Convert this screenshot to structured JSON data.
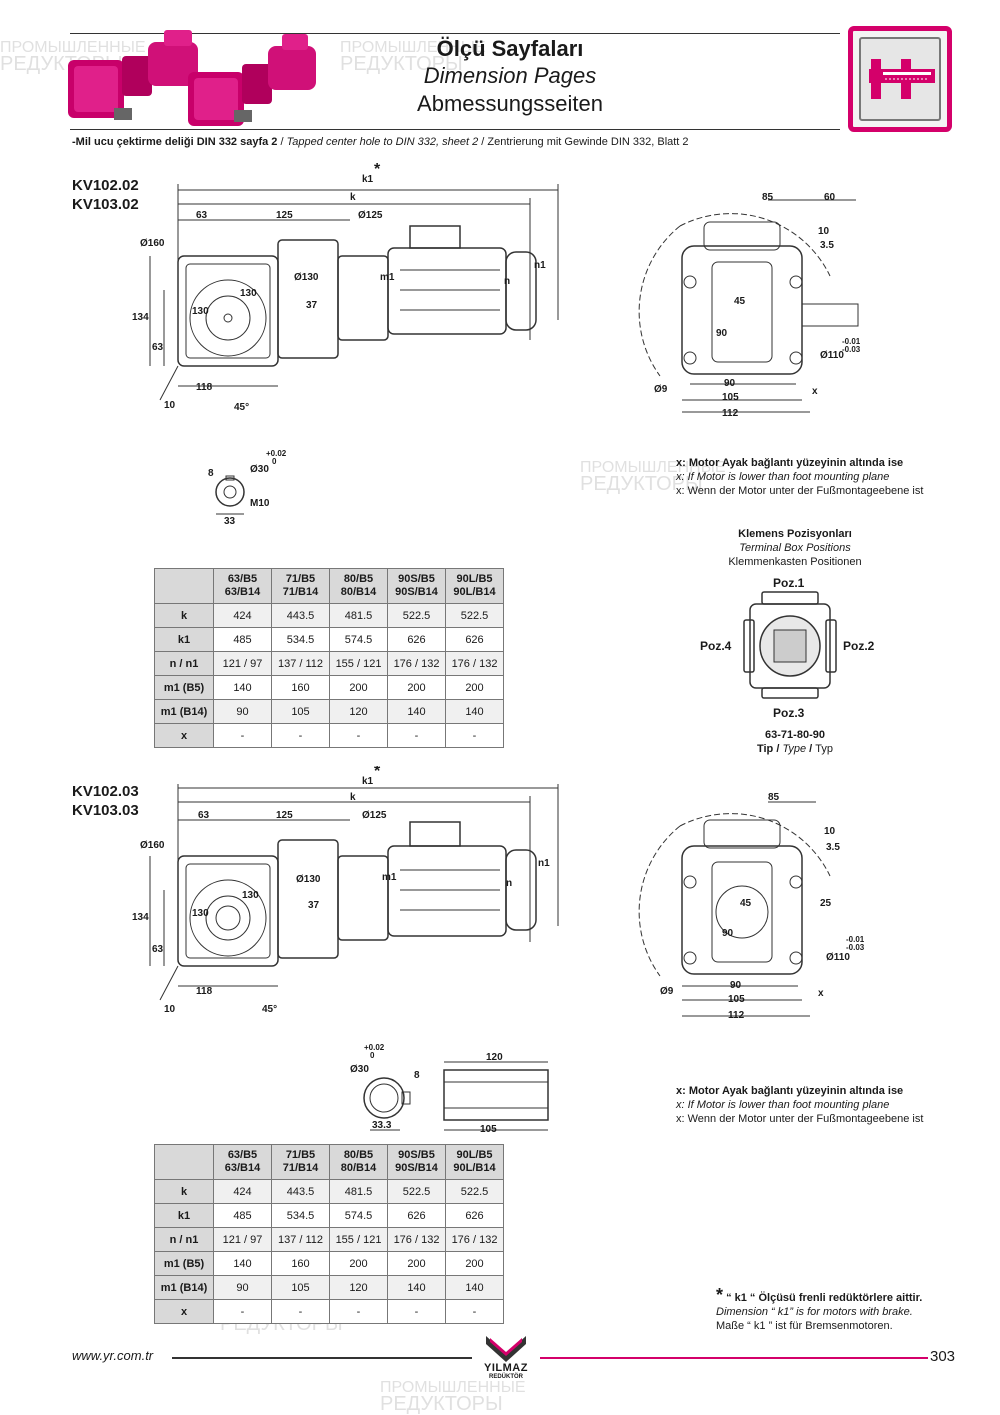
{
  "header": {
    "title_tr": "Ölçü Sayfaları",
    "title_en": "Dimension Pages",
    "title_de": "Abmessungsseiten",
    "icon": "caliper-icon"
  },
  "subtitle": {
    "tr": "-Mil ucu çektirme deliği DIN 332 sayfa 2",
    "sep1": " / ",
    "en": "Tapped center hole to DIN 332, sheet 2",
    "sep2": " / ",
    "de": "Zentrierung mit Gewinde DIN 332, Blatt 2"
  },
  "section1": {
    "model_a": "KV102.02",
    "model_b": "KV103.02",
    "side_dims": {
      "k1": "k1",
      "star": "*",
      "k": "k",
      "d63": "63",
      "d125": "125",
      "d125dia": "Ø125",
      "d160": "Ø160",
      "d130dia": "Ø130",
      "d130a": "130",
      "d130b": "130",
      "d37": "37",
      "m1": "m1",
      "n1": "n1",
      "n": "n",
      "d134": "134",
      "d63b": "63",
      "d118": "118",
      "d10": "10",
      "d45": "45°"
    },
    "front_dims": {
      "d85": "85",
      "d60": "60",
      "d10": "10",
      "d35": "3.5",
      "d45": "45",
      "d90v": "90",
      "d110": "Ø110",
      "tol_hi": "-0.01",
      "tol_lo": "-0.03",
      "d9": "Ø9",
      "d90": "90",
      "d105": "105",
      "d112": "112",
      "x": "x"
    },
    "shaft_detail": {
      "d8": "8",
      "d30": "Ø30",
      "tol_hi": "+0.02",
      "tol_lo": "0",
      "m10": "M10",
      "d33": "33"
    },
    "note": {
      "tr": "x: Motor Ayak bağlantı yüzeyinin altında ise",
      "en": "x: If Motor is lower than foot mounting plane",
      "de": "x: Wenn der Motor unter der Fußmontageebene ist"
    },
    "table": {
      "columns": [
        [
          "63/B5",
          "63/B14"
        ],
        [
          "71/B5",
          "71/B14"
        ],
        [
          "80/B5",
          "80/B14"
        ],
        [
          "90S/B5",
          "90S/B14"
        ],
        [
          "90L/B5",
          "90L/B14"
        ]
      ],
      "rows": [
        {
          "label": "k",
          "values": [
            "424",
            "443.5",
            "481.5",
            "522.5",
            "522.5"
          ]
        },
        {
          "label": "k1",
          "values": [
            "485",
            "534.5",
            "574.5",
            "626",
            "626"
          ]
        },
        {
          "label": "n / n1",
          "values": [
            "121 / 97",
            "137 / 112",
            "155 / 121",
            "176 / 132",
            "176 / 132"
          ]
        },
        {
          "label": "m1 (B5)",
          "values": [
            "140",
            "160",
            "200",
            "200",
            "200"
          ]
        },
        {
          "label": "m1 (B14)",
          "values": [
            "90",
            "105",
            "120",
            "140",
            "140"
          ]
        },
        {
          "label": "x",
          "values": [
            "-",
            "-",
            "-",
            "-",
            "-"
          ]
        }
      ]
    }
  },
  "terminal_box": {
    "title_tr": "Klemens Pozisyonları",
    "title_en": "Terminal Box Positions",
    "title_de": "Klemmenkasten Positionen",
    "poz1": "Poz.1",
    "poz2": "Poz.2",
    "poz3": "Poz.3",
    "poz4": "Poz.4",
    "types": "63-71-80-90",
    "type_tr": "Tip",
    "type_sep1": " / ",
    "type_en": "Type",
    "type_sep2": " / ",
    "type_de": "Typ"
  },
  "section2": {
    "model_a": "KV102.03",
    "model_b": "KV103.03",
    "side_dims": {
      "k1": "k1",
      "star": "*",
      "k": "k",
      "d63": "63",
      "d125": "125",
      "d125dia": "Ø125",
      "d160": "Ø160",
      "d130dia": "Ø130",
      "d130a": "130",
      "d130b": "130",
      "d37": "37",
      "m1": "m1",
      "n1": "n1",
      "n": "n",
      "d134": "134",
      "d63b": "63",
      "d118": "118",
      "d10": "10",
      "d45": "45°"
    },
    "front_dims": {
      "d85": "85",
      "d10": "10",
      "d35": "3.5",
      "d45": "45",
      "d25": "25",
      "d90v": "90",
      "d110": "Ø110",
      "tol_hi": "-0.01",
      "tol_lo": "-0.03",
      "d9": "Ø9",
      "d90": "90",
      "d105": "105",
      "d112": "112",
      "x": "x"
    },
    "hollow_detail": {
      "tol_hi": "+0.02",
      "tol_lo": "0",
      "d30": "Ø30",
      "d8": "8",
      "d333": "33.3",
      "d120": "120",
      "d105": "105"
    },
    "note": {
      "tr": "x: Motor Ayak bağlantı yüzeyinin altında ise",
      "en": "x: If Motor is lower than foot mounting plane",
      "de": "x: Wenn der Motor unter der Fußmontageebene ist"
    },
    "table": {
      "columns": [
        [
          "63/B5",
          "63/B14"
        ],
        [
          "71/B5",
          "71/B14"
        ],
        [
          "80/B5",
          "80/B14"
        ],
        [
          "90S/B5",
          "90S/B14"
        ],
        [
          "90L/B5",
          "90L/B14"
        ]
      ],
      "rows": [
        {
          "label": "k",
          "values": [
            "424",
            "443.5",
            "481.5",
            "522.5",
            "522.5"
          ]
        },
        {
          "label": "k1",
          "values": [
            "485",
            "534.5",
            "574.5",
            "626",
            "626"
          ]
        },
        {
          "label": "n / n1",
          "values": [
            "121 / 97",
            "137 / 112",
            "155 / 121",
            "176 / 132",
            "176 / 132"
          ]
        },
        {
          "label": "m1 (B5)",
          "values": [
            "140",
            "160",
            "200",
            "200",
            "200"
          ]
        },
        {
          "label": "m1 (B14)",
          "values": [
            "90",
            "105",
            "120",
            "140",
            "140"
          ]
        },
        {
          "label": "x",
          "values": [
            "-",
            "-",
            "-",
            "-",
            "-"
          ]
        }
      ]
    }
  },
  "brake_note": {
    "star": "*",
    "tr": "“ k1 “ Ölçüsü frenli redüktörlere aittir.",
    "en": "Dimension “ k1” is for motors with brake.",
    "de": "Maße “ k1 ” ist für Bremsenmotoren."
  },
  "footer": {
    "url": "www.yr.com.tr",
    "brand": "YILMAZ",
    "brand_sub": "REDÜKTÖR",
    "page": "303"
  },
  "watermark": {
    "line1": "ПРОМЫШЛЕННЫЕ",
    "line2": "РЕДУКТОРЫ"
  },
  "colors": {
    "brand_magenta": "#d4006a",
    "table_header": "#d9d9d9",
    "line": "#333333"
  }
}
